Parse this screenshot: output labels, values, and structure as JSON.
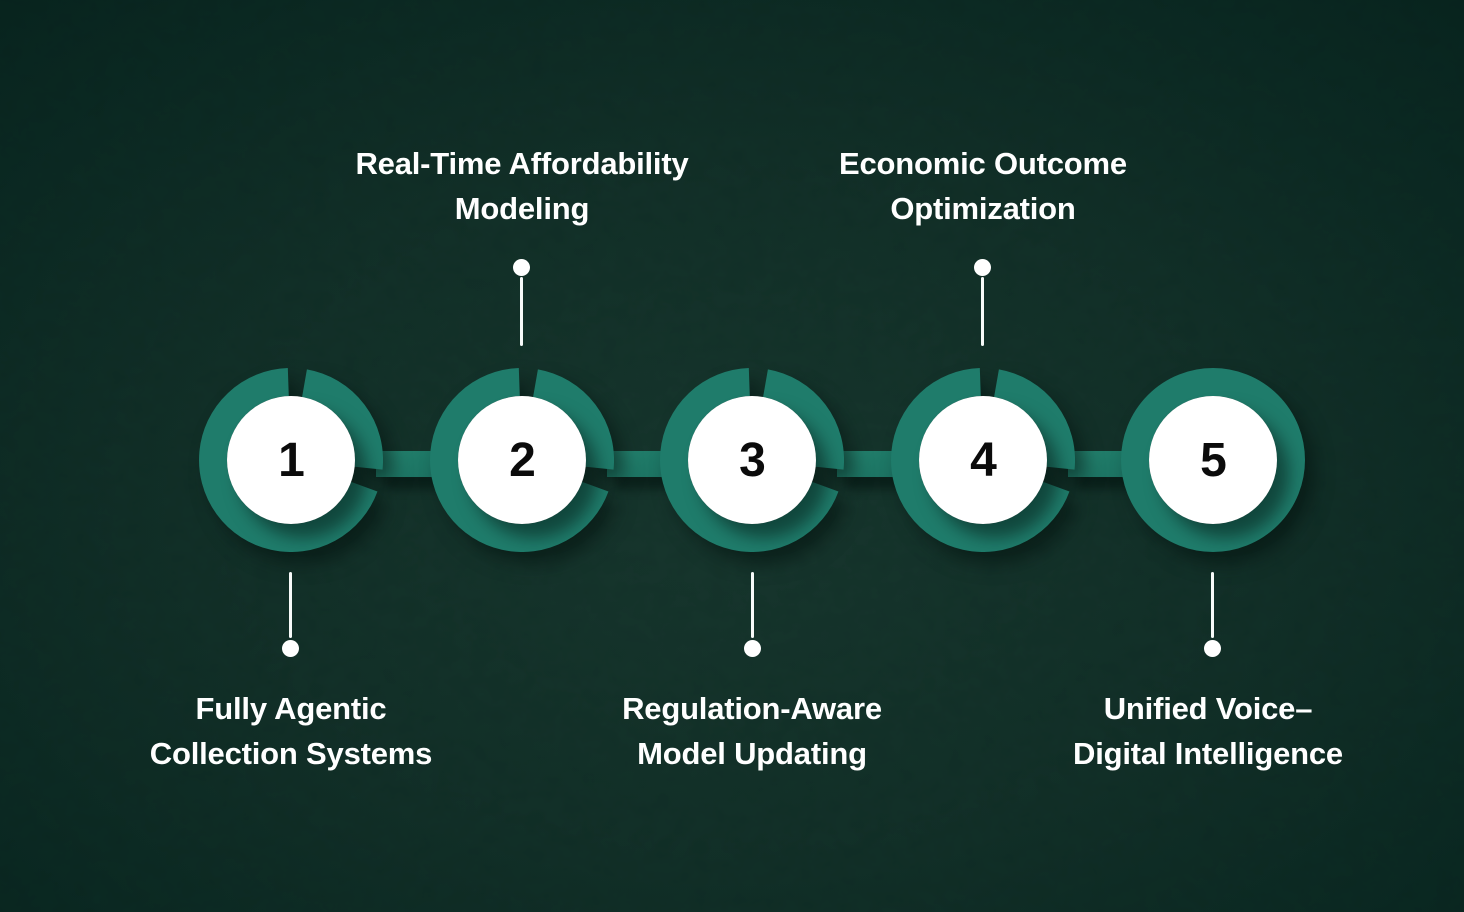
{
  "diagram": {
    "type": "process-timeline",
    "step_count": 5,
    "steps": [
      {
        "number": "1",
        "label_line1": "Fully Agentic",
        "label_line2": "Collection Systems",
        "label_position": "below"
      },
      {
        "number": "2",
        "label_line1": "Real-Time Affordability",
        "label_line2": "Modeling",
        "label_position": "above"
      },
      {
        "number": "3",
        "label_line1": "Regulation-Aware",
        "label_line2": "Model Updating",
        "label_position": "below"
      },
      {
        "number": "4",
        "label_line1": "Economic Outcome",
        "label_line2": "Optimization",
        "label_position": "above"
      },
      {
        "number": "5",
        "label_line1": "Unified Voice–",
        "label_line2": "Digital Intelligence",
        "label_position": "below"
      }
    ],
    "colors": {
      "background_center": "#18382F",
      "background_edge": "#082319",
      "ring_teal": "#1F7C6B",
      "connector_teal": "#1E7866",
      "node_fill": "#FFFFFF",
      "number_text": "#0B0B0B",
      "label_text": "#FFFFFF",
      "pointer_white": "#FFFFFF",
      "shadow_dark": "rgba(3,19,15,0.55)"
    }
  }
}
